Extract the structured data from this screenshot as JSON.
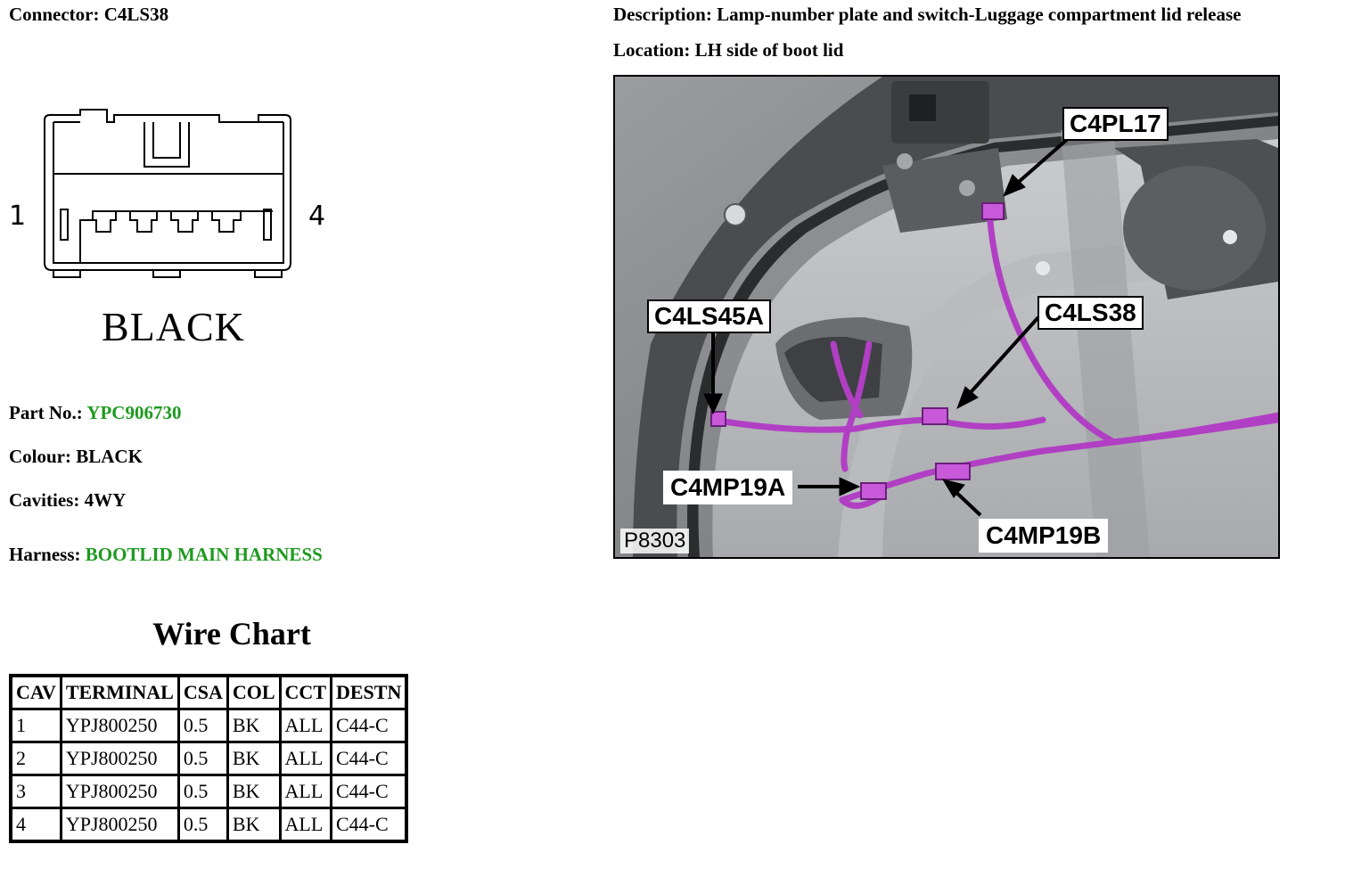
{
  "connector": {
    "label": "Connector:",
    "value": "C4LS38"
  },
  "description": {
    "label": "Description:",
    "value": "Lamp-number plate and switch-Luggage compartment lid release"
  },
  "location": {
    "label": "Location:",
    "value": "LH side of boot lid"
  },
  "diagram": {
    "pin_left": "1",
    "pin_right": "4",
    "color_label": "BLACK"
  },
  "part_no": {
    "label": "Part No.:",
    "value": "YPC906730"
  },
  "colour": {
    "label": "Colour:",
    "value": "BLACK"
  },
  "cavities": {
    "label": "Cavities:",
    "value": "4WY"
  },
  "harness": {
    "label": "Harness:",
    "value": "BOOTLID MAIN HARNESS"
  },
  "wire_chart": {
    "title": "Wire Chart",
    "headers": [
      "CAV",
      "TERMINAL",
      "CSA",
      "COL",
      "CCT",
      "DESTN"
    ],
    "rows": [
      [
        "1",
        "YPJ800250",
        "0.5",
        "BK",
        "ALL",
        "C44-C"
      ],
      [
        "2",
        "YPJ800250",
        "0.5",
        "BK",
        "ALL",
        "C44-C"
      ],
      [
        "3",
        "YPJ800250",
        "0.5",
        "BK",
        "ALL",
        "C44-C"
      ],
      [
        "4",
        "YPJ800250",
        "0.5",
        "BK",
        "ALL",
        "C44-C"
      ]
    ]
  },
  "photo": {
    "id": "P8303",
    "callouts": [
      "C4PL17",
      "C4LS45A",
      "C4LS38",
      "C4MP19A",
      "C4MP19B"
    ],
    "harness_color": "#b13fc4"
  }
}
